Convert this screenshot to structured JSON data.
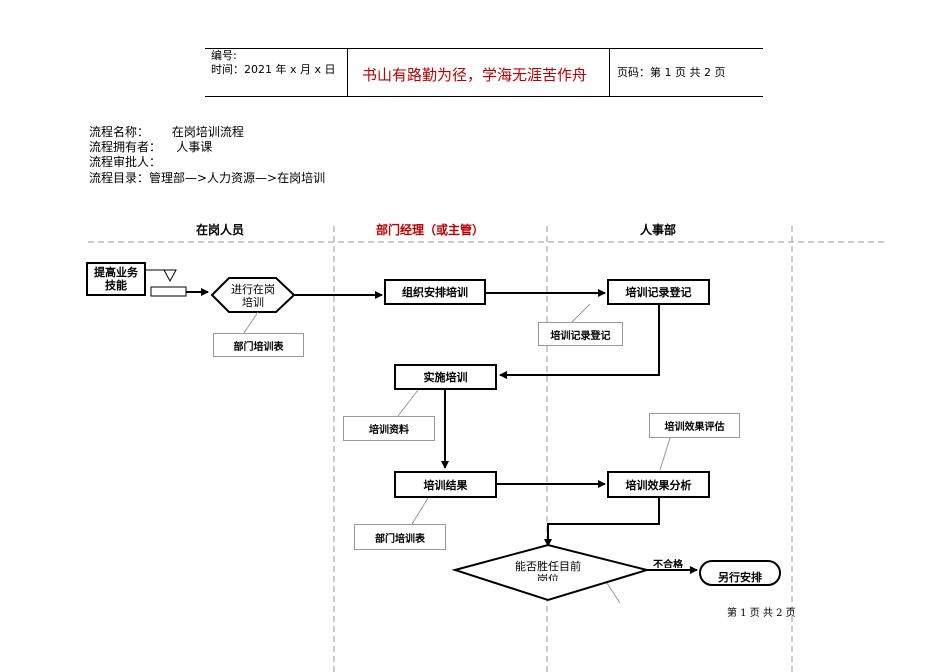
{
  "header": {
    "number_label": "编号:",
    "time_label": "时间：2021 年 x 月 x 日",
    "motto": "书山有路勤为径，学海无涯苦作舟",
    "page_label": "页码：第 1 页  共 2 页"
  },
  "process_info": {
    "name": "流程名称：      在岗培训流程",
    "owner": "流程拥有者：    人事课",
    "approver": "流程审批人：",
    "catalog": "流程目录：管理部—>人力资源—>在岗培训"
  },
  "lanes": {
    "staff": "在岗人员",
    "manager": "部门经理（或主管）",
    "hr": "人事部"
  },
  "colors": {
    "manager_lane": "#c00000",
    "motto": "#c00000"
  },
  "nodes": {
    "improve_skill": "提高业务技能",
    "onsite_training": "进行在岗培训",
    "organize_training": "组织安排培训",
    "training_record": "培训记录登记",
    "implement_training": "实施培训",
    "training_result": "培训结果",
    "effect_analysis": "培训效果分析",
    "decision": "能否胜任目前岗位",
    "other_arrangement": "另行安排"
  },
  "docs": {
    "dept_form_1": "部门培训表",
    "record_register": "培训记录登记",
    "materials": "培训资料",
    "effect_eval": "培训效果评估",
    "dept_form_2": "部门培训表"
  },
  "edge_labels": {
    "fail": "不合格"
  },
  "footer": {
    "page": "第 1 页 共 2 页"
  }
}
